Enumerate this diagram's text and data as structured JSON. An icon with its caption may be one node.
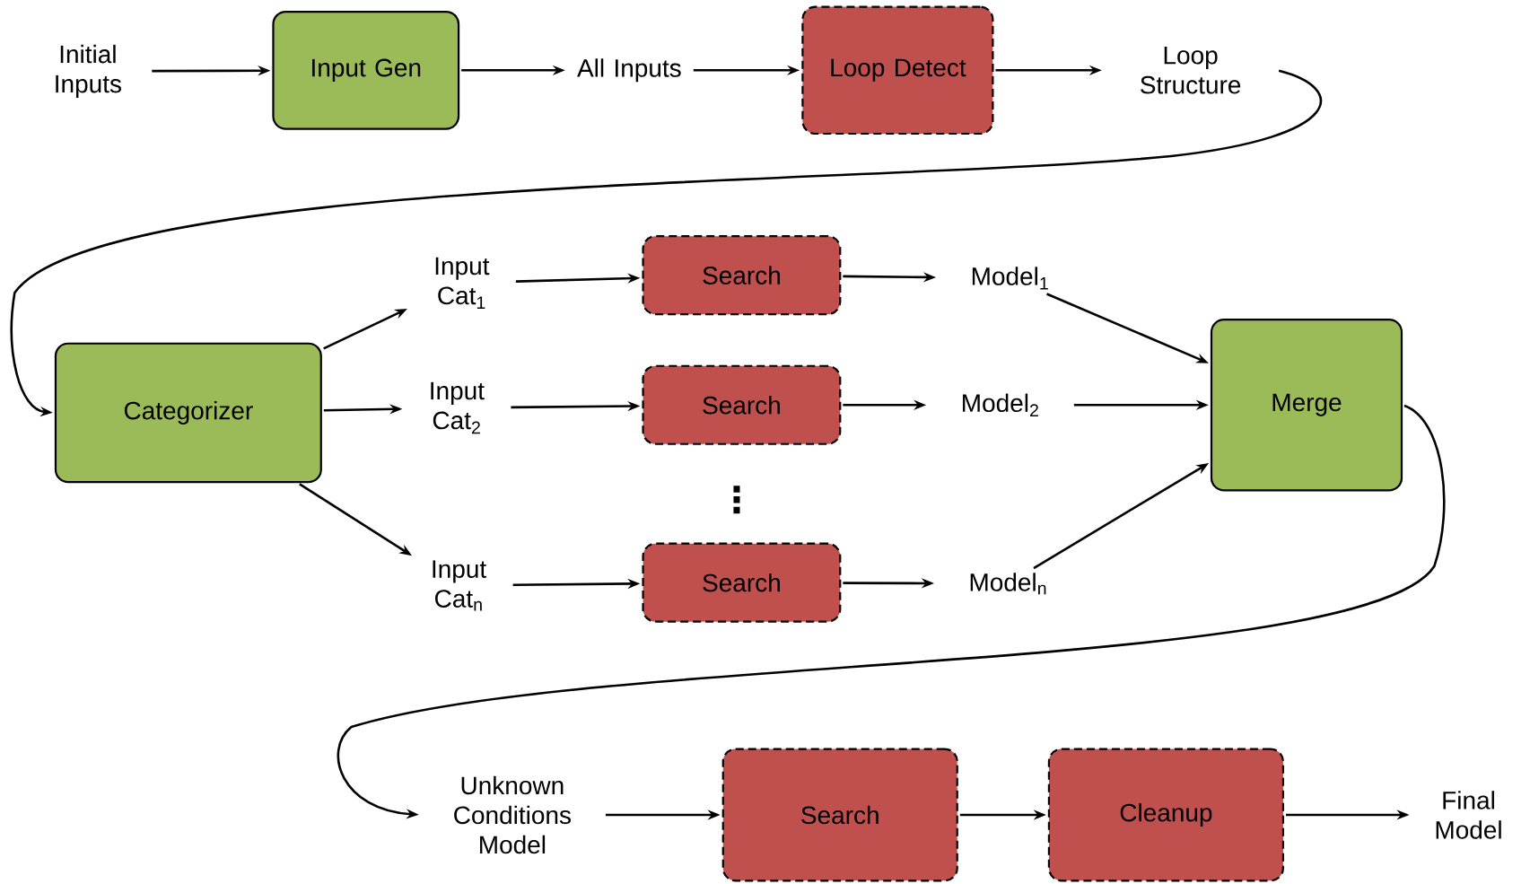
{
  "diagram": {
    "nodes": [
      {
        "text": [
          "Initial Inputs"
        ]
      },
      {
        "text": [
          "Input Gen"
        ]
      },
      {
        "text": [
          "All Inputs"
        ]
      },
      {
        "text": [
          "Loop Detect"
        ]
      },
      {
        "text": [
          "Loop Structure"
        ]
      },
      {
        "text": [
          "Categorizer"
        ]
      },
      {
        "text": [
          "Input Cat$_{1}$"
        ]
      },
      {
        "text": [
          "Input Cat$_{2}$"
        ]
      },
      {
        "text": [
          "Input Cat$_{n}$"
        ]
      },
      {
        "text": [
          "Search"
        ]
      },
      {
        "text": [
          "Search"
        ]
      },
      {
        "text": [
          "Search"
        ]
      },
      {
        "text": [
          "Model$_{1}$"
        ]
      },
      {
        "text": [
          "Model$_{2}$"
        ]
      },
      {
        "text": [
          "Model$_{n}$"
        ]
      },
      {
        "text": [
          "Merge"
        ]
      },
      {
        "text": [
          "Unknown Conditions Model"
        ]
      },
      {
        "text": [
          "Search"
        ]
      },
      {
        "text": [
          "Cleanup"
        ]
      },
      {
        "text": [
          "Final Model"
        ]
      }
    ],
    "edges": [
      {
        "from": 0,
        "to": 1,
        "arrow": "to"
      },
      {
        "from": 1,
        "to": 2,
        "arrow": "to"
      },
      {
        "from": 2,
        "to": 3,
        "arrow": "to"
      },
      {
        "from": 3,
        "to": 4,
        "arrow": "to"
      },
      {
        "from": 4,
        "to": 5,
        "arrow": "to"
      },
      {
        "from": 5,
        "to": 6,
        "arrow": "to"
      },
      {
        "from": 5,
        "to": 7,
        "arrow": "to"
      },
      {
        "from": 5,
        "to": 8,
        "arrow": "to"
      },
      {
        "from": 6,
        "to": 9,
        "arrow": "to"
      },
      {
        "from": 7,
        "to": 10,
        "arrow": "to"
      },
      {
        "from": 8,
        "to": 11,
        "arrow": "to"
      },
      {
        "from": 9,
        "to": 12,
        "arrow": "to"
      },
      {
        "from": 10,
        "to": 13,
        "arrow": "to"
      },
      {
        "from": 11,
        "to": 14,
        "arrow": "to"
      },
      {
        "from": 12,
        "to": 15,
        "arrow": "to"
      },
      {
        "from": 13,
        "to": 15,
        "arrow": "to"
      },
      {
        "from": 14,
        "to": 15,
        "arrow": "to"
      },
      {
        "from": 15,
        "to": 16,
        "arrow": "to"
      },
      {
        "from": 16,
        "to": 17,
        "arrow": "to"
      },
      {
        "from": 17,
        "to": 18,
        "arrow": "to"
      },
      {
        "from": 18,
        "to": 19,
        "arrow": "to"
      }
    ],
    "labels": [
      "⋮"
    ]
  }
}
